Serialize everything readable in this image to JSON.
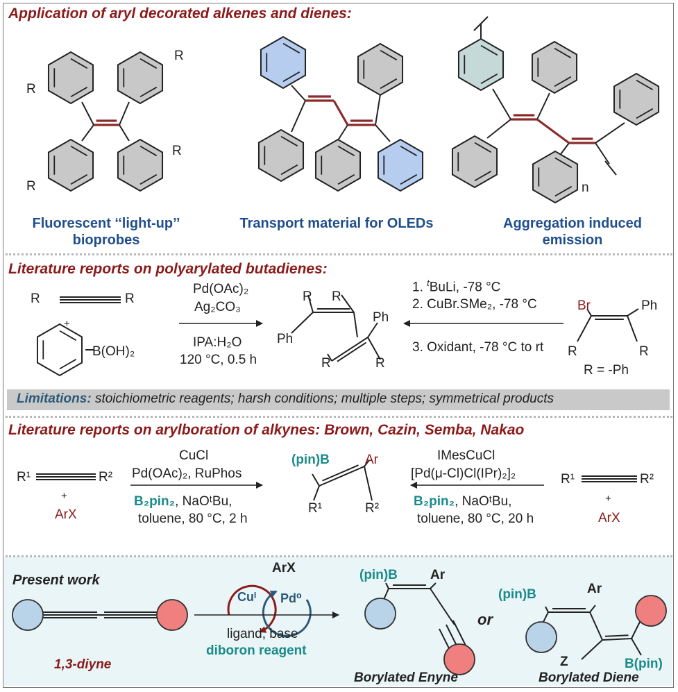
{
  "section1": {
    "title": "Application of aryl decorated alkenes and dienes:",
    "captions": [
      {
        "line1": "Fluorescent ‘‘light-up’’",
        "line2": "bioprobes"
      },
      {
        "line1": "Transport material for OLEDs",
        "line2": ""
      },
      {
        "line1": "Aggregation induced",
        "line2": "emission"
      }
    ],
    "labels": {
      "r": "R",
      "n": "n"
    }
  },
  "section2": {
    "title": "Literature reports on polyarylated butadienes:",
    "alkyne_r": "R",
    "plus": "+",
    "boronic": "B(OH)₂",
    "reagent1": "Pd(OAc)₂",
    "reagent2": "Ag₂CO₃",
    "cond1": "IPA:H₂O",
    "cond2": "120 °C, 0.5 h",
    "product_r": "R",
    "product_ph": "Ph",
    "step1_pre": "1. ",
    "step1_sup": "t",
    "step1_post": "BuLi, -78 °C",
    "step2": "2. CuBr.SMe₂, -78 °C",
    "step3": "3. Oxidant, -78 °C to rt",
    "sm_br": "Br",
    "sm_ph": "Ph",
    "sm_r": "R",
    "r_def": "R = -Ph",
    "limitations_label": "Limitations:",
    "limitations_text": " stoichiometric reagents;  harsh conditions;  multiple steps; symmetrical products"
  },
  "section3": {
    "title": "Literature reports on arylboration of alkynes: Brown, Cazin, Semba, Nakao",
    "r1": "R¹",
    "r2": "R²",
    "plus": "+",
    "arx": "ArX",
    "left_cond1": "CuCl",
    "left_cond2": "Pd(OAc)₂, RuPhos",
    "b2pin2": "B₂pin₂",
    "left_cond3_tail": ", NaOᵗBu,",
    "left_cond4": "toluene, 80 °C, 2 h",
    "pinb": "(pin)B",
    "ar": "Ar",
    "right_cond1": "IMesCuCl",
    "right_cond2": "[Pd(μ-Cl)Cl(IPr)₂]₂",
    "right_cond3_tail": ", NaOᵗBu,",
    "right_cond4": "toluene, 80 °C, 20 h"
  },
  "section4": {
    "title": "Present work",
    "diyne_label": "1,3-diyne",
    "arx": "ArX",
    "cu": "Cuᴵ",
    "pd": "Pd⁰",
    "ligand_base": "ligand, base",
    "diboron": "diboron reagent",
    "pinb": "(pin)B",
    "ar": "Ar",
    "or": "or",
    "z": "Z",
    "bpin": "B(pin)",
    "enyne_label": "Borylated Enyne",
    "diene_label": "Borylated Diene"
  },
  "colors": {
    "dark_red": "#8b1a1a",
    "blue_text": "#1f4e8c",
    "teal": "#1b8a8a",
    "ring_gray": "#c8c8c8",
    "ring_blue": "#b6cdf0",
    "ring_teal": "#c5d9d9",
    "circle_blue": "#b9d3e8",
    "circle_red": "#f08080"
  }
}
